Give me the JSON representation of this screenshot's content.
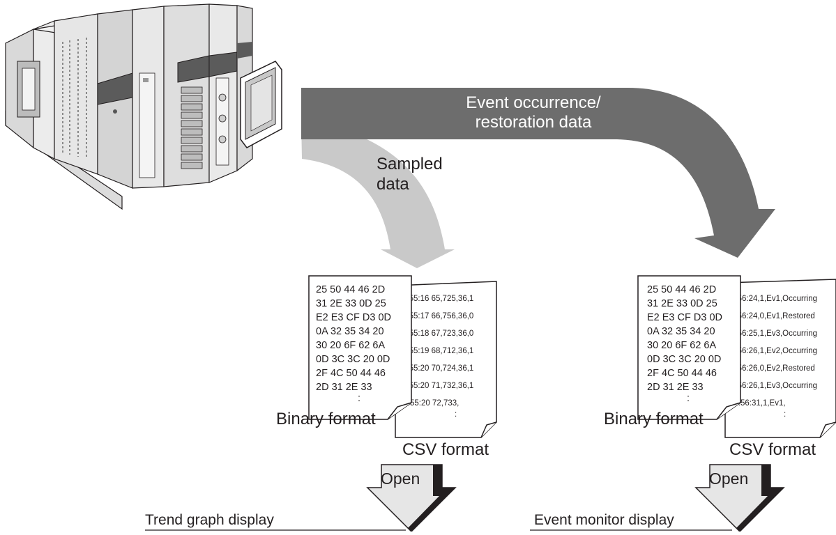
{
  "arrows": {
    "event_line1": "Event occurrence/",
    "event_line2": "restoration data",
    "sampled_line1": "Sampled",
    "sampled_line2": "data"
  },
  "left_files": {
    "binary_lines": [
      "25 50 44 46 2D",
      "31 2E 33 0D 25",
      "E2 E3 CF D3 0D",
      "0A 32 35 34 20",
      "30 20 6F 62 6A",
      "0D 3C 3C 20 0D",
      "2F 4C 50 44 46",
      "2D 31 2E 33",
      ":"
    ],
    "csv_lines": [
      "8:55:16  65,725,36,1",
      "8:55:17  66,756,36,0",
      "8:55:18  67,723,36,0",
      "8:55:19  68,712,36,1",
      "8:55:20  70,724,36,1",
      "8:55:20  71,732,36,1",
      "18:55:20  72,733,",
      ":"
    ],
    "binary_label": "Binary format",
    "csv_label": "CSV format",
    "open_label": "Open",
    "display_label": "Trend graph display"
  },
  "right_files": {
    "binary_lines": [
      "25 50 44 46 2D",
      "31 2E 33 0D 25",
      "E2 E3 CF D3 0D",
      "0A 32 35 34 20",
      "30 20 6F 62 6A",
      "0D 3C 3C 20 0D",
      "2F 4C 50 44 46",
      "2D 31 2E 33",
      ":"
    ],
    "csv_lines": [
      "7:56:24,1,Ev1,Occurring",
      "7:56:24,0,Ev1,Restored",
      "7:56:25,1,Ev3,Occurring",
      "7:56:26,1,Ev2,Occurring",
      "7:56:26,0,Ev2,Restored",
      "7:56:26,1,Ev3,Occurring",
      "17:56:31,1,Ev1,",
      ":"
    ],
    "binary_label": "Binary format",
    "csv_label": "CSV format",
    "open_label": "Open",
    "display_label": "Event monitor display"
  }
}
